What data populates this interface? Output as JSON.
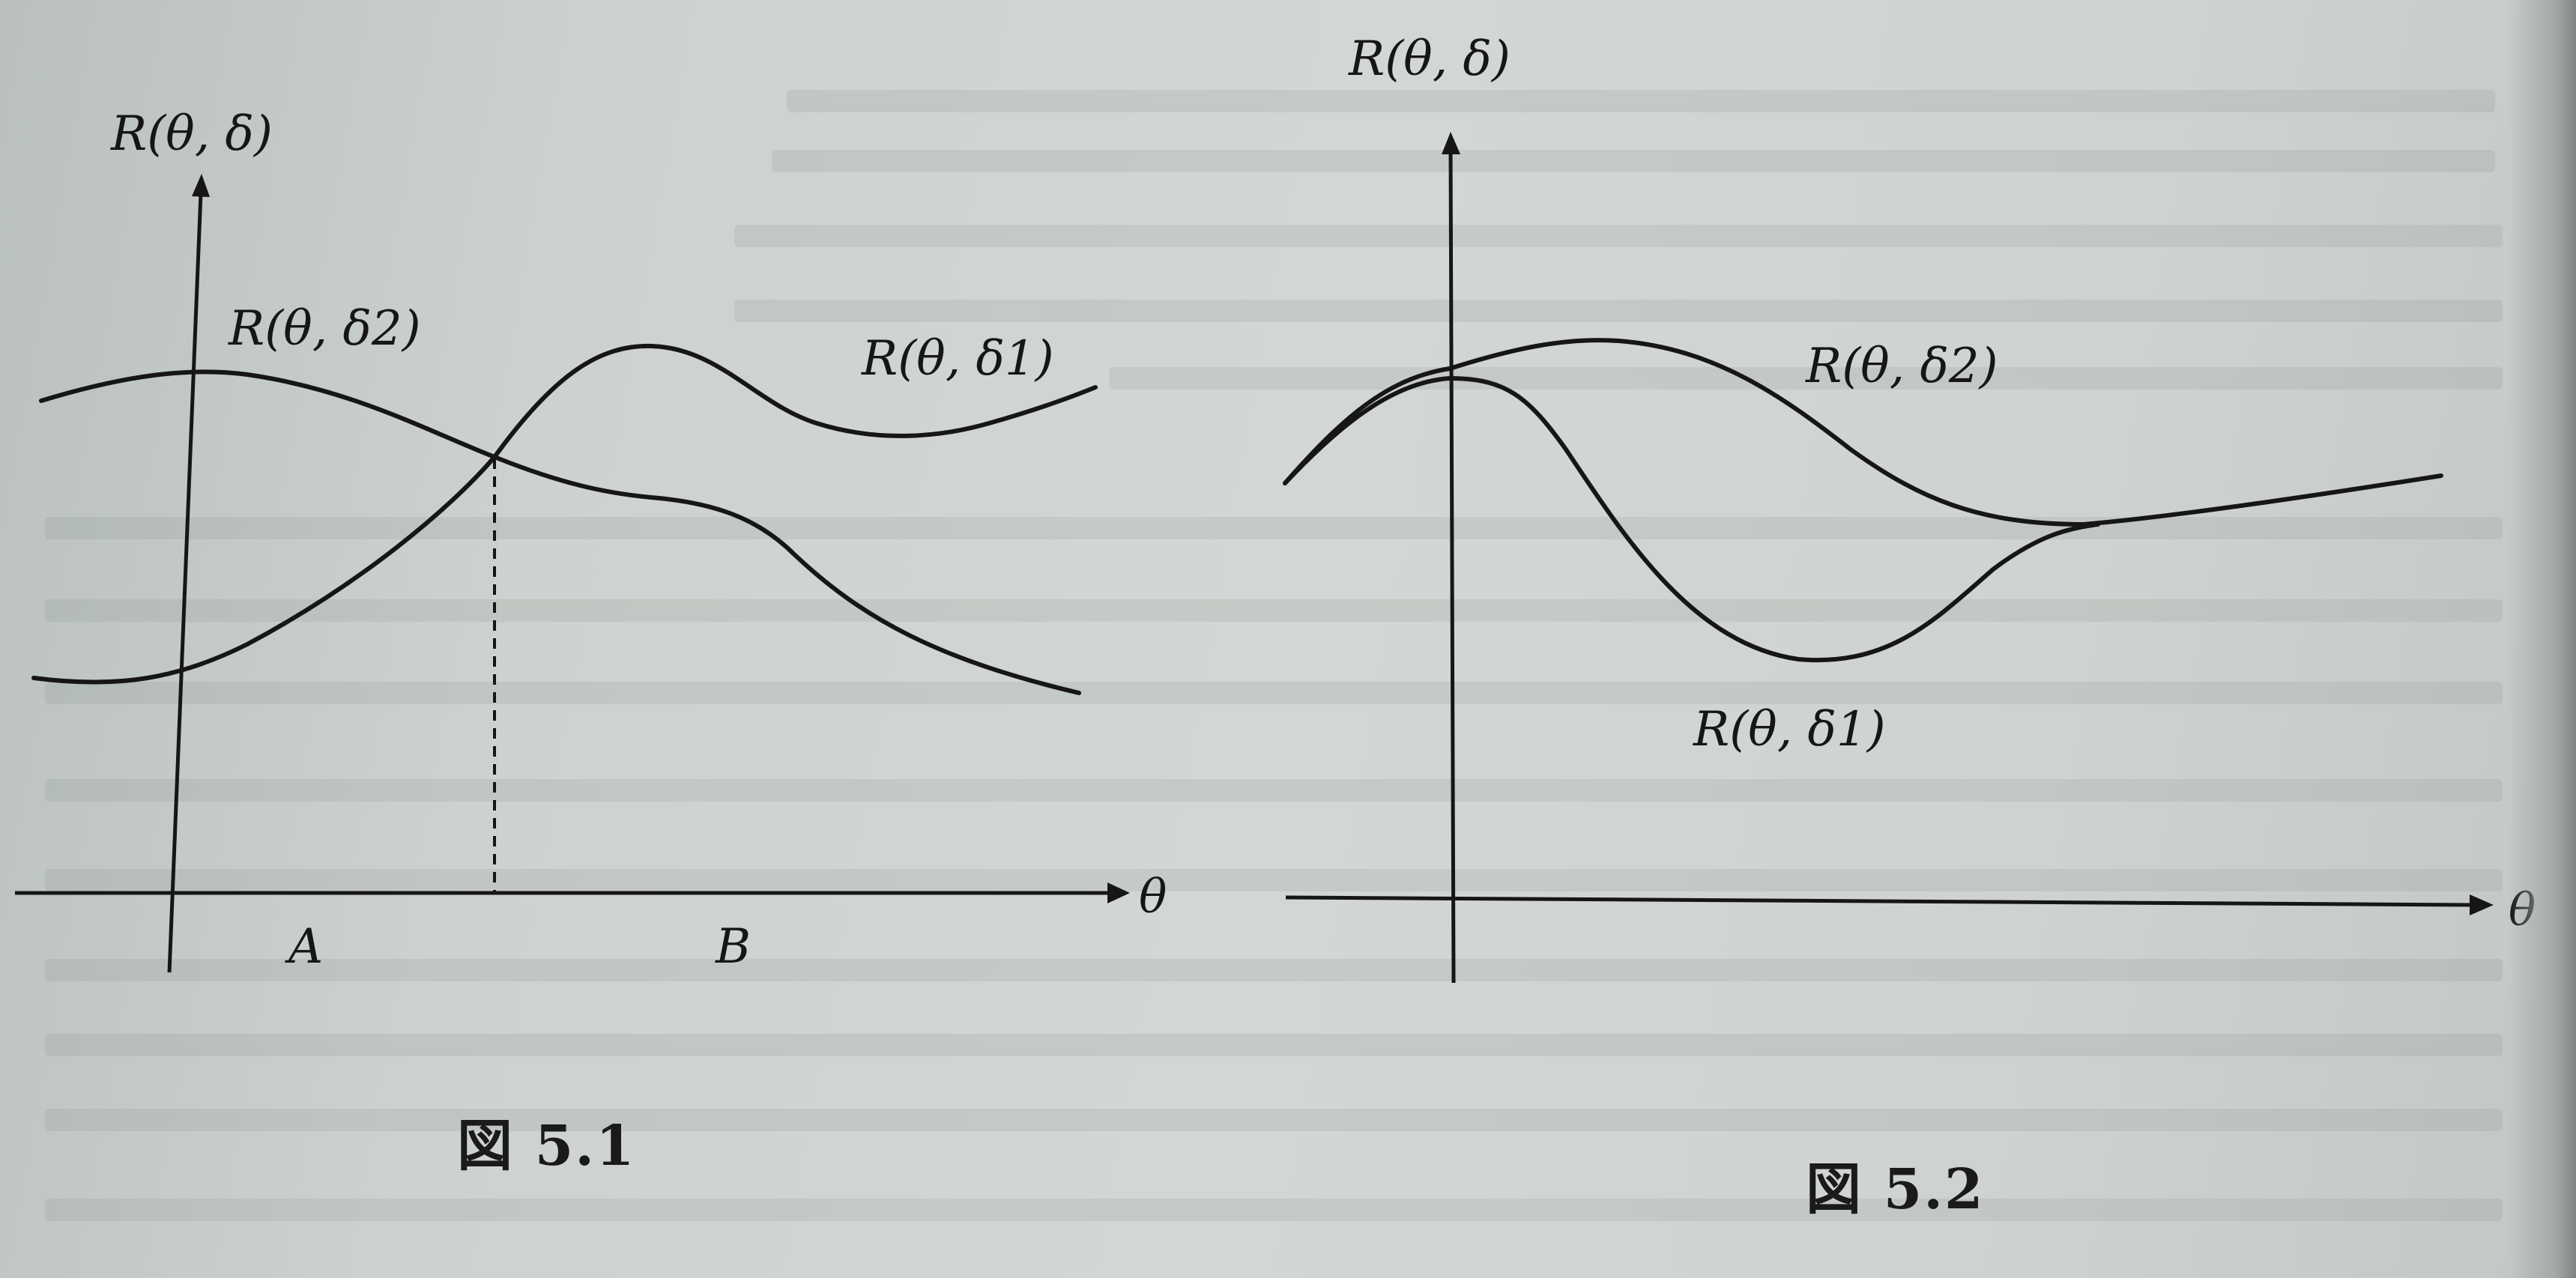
{
  "figure_1": {
    "y_axis_label": "R(θ, δ)",
    "x_axis_label": "θ",
    "curve_delta1_label": "R(θ, δ1)",
    "curve_delta2_label": "R(θ, δ2)",
    "region_a_label": "A",
    "region_b_label": "B",
    "caption": "図 5.1"
  },
  "figure_2": {
    "y_axis_label": "R(θ, δ)",
    "x_axis_label": "θ",
    "curve_delta1_label": "R(θ, δ1)",
    "curve_delta2_label": "R(θ, δ2)",
    "caption": "図 5.2"
  },
  "colors": {
    "ink": "#161616",
    "paper": "#cfd3d0"
  }
}
